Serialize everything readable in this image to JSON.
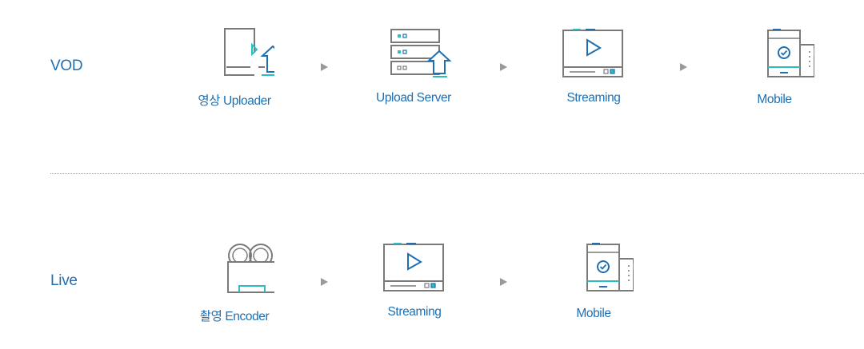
{
  "vod": {
    "label": "VOD",
    "steps": [
      {
        "caption": "영상 Uploader",
        "icon": "video-upload-icon"
      },
      {
        "caption": "Upload Server",
        "icon": "server-upload-icon"
      },
      {
        "caption": "Streaming",
        "icon": "streaming-player-icon"
      },
      {
        "caption": "Mobile",
        "icon": "mobile-tablet-icon"
      }
    ]
  },
  "live": {
    "label": "Live",
    "steps": [
      {
        "caption": "촬영 Encoder",
        "icon": "video-camera-icon"
      },
      {
        "caption": "Streaming",
        "icon": "streaming-player-icon"
      },
      {
        "caption": "Mobile",
        "icon": "mobile-tablet-icon"
      }
    ]
  },
  "colors": {
    "accent": "#1f6fb1",
    "teal": "#2bbdc0",
    "line": "#7a7a7a",
    "arrow": "#9a9a9a"
  }
}
